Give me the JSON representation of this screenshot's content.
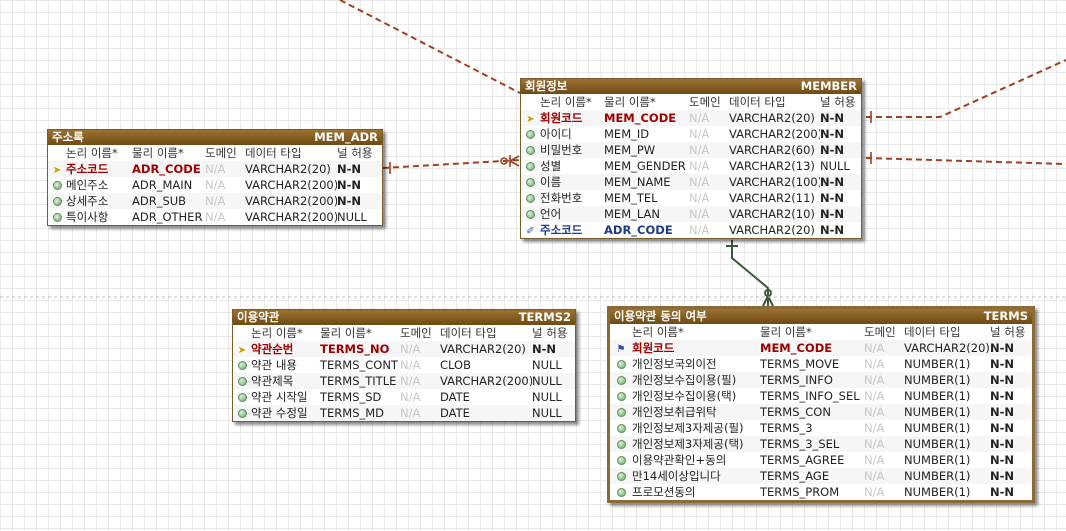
{
  "colors": {
    "header_bg": "#7a5120",
    "pk_text": "#a00000",
    "fk_text": "#1e3a8a",
    "rel_line": "#a0401f",
    "id_rel_line": "#3a5a3a"
  },
  "column_headers": {
    "logical": "논리 이름*",
    "physical": "물리 이름*",
    "domain": "도메인",
    "type": "데이터 타입",
    "null": "널 허용"
  },
  "entities": {
    "mem_adr": {
      "logical": "주소록",
      "physical": "MEM_ADR",
      "rows": [
        {
          "kind": "pk",
          "lname": "주소코드",
          "pname": "ADR_CODE",
          "domain": "N/A",
          "type": "VARCHAR2(20)",
          "null": "N-N"
        },
        {
          "kind": "attr",
          "lname": "메인주소",
          "pname": "ADR_MAIN",
          "domain": "N/A",
          "type": "VARCHAR2(200)",
          "null": "N-N"
        },
        {
          "kind": "attr",
          "lname": "상세주소",
          "pname": "ADR_SUB",
          "domain": "N/A",
          "type": "VARCHAR2(200)",
          "null": "N-N"
        },
        {
          "kind": "attr",
          "lname": "특이사항",
          "pname": "ADR_OTHER",
          "domain": "N/A",
          "type": "VARCHAR2(200)",
          "null": "NULL"
        }
      ]
    },
    "member": {
      "logical": "회원정보",
      "physical": "MEMBER",
      "rows": [
        {
          "kind": "pk",
          "lname": "회원코드",
          "pname": "MEM_CODE",
          "domain": "N/A",
          "type": "VARCHAR2(20)",
          "null": "N-N"
        },
        {
          "kind": "attr",
          "lname": "아이디",
          "pname": "MEM_ID",
          "domain": "N/A",
          "type": "VARCHAR2(200)",
          "null": "N-N"
        },
        {
          "kind": "attr",
          "lname": "비밀번호",
          "pname": "MEM_PW",
          "domain": "N/A",
          "type": "VARCHAR2(60)",
          "null": "N-N"
        },
        {
          "kind": "attr",
          "lname": "성별",
          "pname": "MEM_GENDER",
          "domain": "N/A",
          "type": "VARCHAR2(13)",
          "null": "NULL"
        },
        {
          "kind": "attr",
          "lname": "이름",
          "pname": "MEM_NAME",
          "domain": "N/A",
          "type": "VARCHAR2(100)",
          "null": "N-N"
        },
        {
          "kind": "attr",
          "lname": "전화번호",
          "pname": "MEM_TEL",
          "domain": "N/A",
          "type": "VARCHAR2(11)",
          "null": "N-N"
        },
        {
          "kind": "attr",
          "lname": "언어",
          "pname": "MEM_LAN",
          "domain": "N/A",
          "type": "VARCHAR2(10)",
          "null": "N-N"
        },
        {
          "kind": "fk",
          "lname": "주소코드",
          "pname": "ADR_CODE",
          "domain": "N/A",
          "type": "VARCHAR2(20)",
          "null": "N-N"
        }
      ]
    },
    "terms2": {
      "logical": "이용약관",
      "physical": "TERMS2",
      "rows": [
        {
          "kind": "pk",
          "lname": "약관순번",
          "pname": "TERMS_NO",
          "domain": "N/A",
          "type": "VARCHAR2(20)",
          "null": "N-N"
        },
        {
          "kind": "attr",
          "lname": "약관 내용",
          "pname": "TERMS_CONT",
          "domain": "N/A",
          "type": "CLOB",
          "null": "NULL"
        },
        {
          "kind": "attr",
          "lname": "약관제목",
          "pname": "TERMS_TITLE",
          "domain": "N/A",
          "type": "VARCHAR2(200)",
          "null": "NULL"
        },
        {
          "kind": "attr",
          "lname": "약관 시작일",
          "pname": "TERMS_SD",
          "domain": "N/A",
          "type": "DATE",
          "null": "NULL"
        },
        {
          "kind": "attr",
          "lname": "약관 수정일",
          "pname": "TERMS_MD",
          "domain": "N/A",
          "type": "DATE",
          "null": "NULL"
        }
      ]
    },
    "terms": {
      "logical": "이용약관 동의 여부",
      "physical": "TERMS",
      "rows": [
        {
          "kind": "pkfk",
          "lname": "회원코드",
          "pname": "MEM_CODE",
          "domain": "N/A",
          "type": "VARCHAR2(20)",
          "null": "N-N"
        },
        {
          "kind": "attr",
          "lname": "개인정보국외이전",
          "pname": "TERMS_MOVE",
          "domain": "N/A",
          "type": "NUMBER(1)",
          "null": "N-N"
        },
        {
          "kind": "attr",
          "lname": "개인정보수집이용(필)",
          "pname": "TERMS_INFO",
          "domain": "N/A",
          "type": "NUMBER(1)",
          "null": "N-N"
        },
        {
          "kind": "attr",
          "lname": "개인정보수집이용(택)",
          "pname": "TERMS_INFO_SEL",
          "domain": "N/A",
          "type": "NUMBER(1)",
          "null": "N-N"
        },
        {
          "kind": "attr",
          "lname": "개인정보취급위탁",
          "pname": "TERMS_CON",
          "domain": "N/A",
          "type": "NUMBER(1)",
          "null": "N-N"
        },
        {
          "kind": "attr",
          "lname": "개인정보제3자제공(필)",
          "pname": "TERMS_3",
          "domain": "N/A",
          "type": "NUMBER(1)",
          "null": "N-N"
        },
        {
          "kind": "attr",
          "lname": "개인정보제3자제공(택)",
          "pname": "TERMS_3_SEL",
          "domain": "N/A",
          "type": "NUMBER(1)",
          "null": "N-N"
        },
        {
          "kind": "attr",
          "lname": "이용약관확인+동의",
          "pname": "TERMS_AGREE",
          "domain": "N/A",
          "type": "NUMBER(1)",
          "null": "N-N"
        },
        {
          "kind": "attr",
          "lname": "만14세이상입니다",
          "pname": "TERMS_AGE",
          "domain": "N/A",
          "type": "NUMBER(1)",
          "null": "N-N"
        },
        {
          "kind": "attr",
          "lname": "프로모션동의",
          "pname": "TERMS_PROM",
          "domain": "N/A",
          "type": "NUMBER(1)",
          "null": "N-N"
        }
      ]
    }
  }
}
